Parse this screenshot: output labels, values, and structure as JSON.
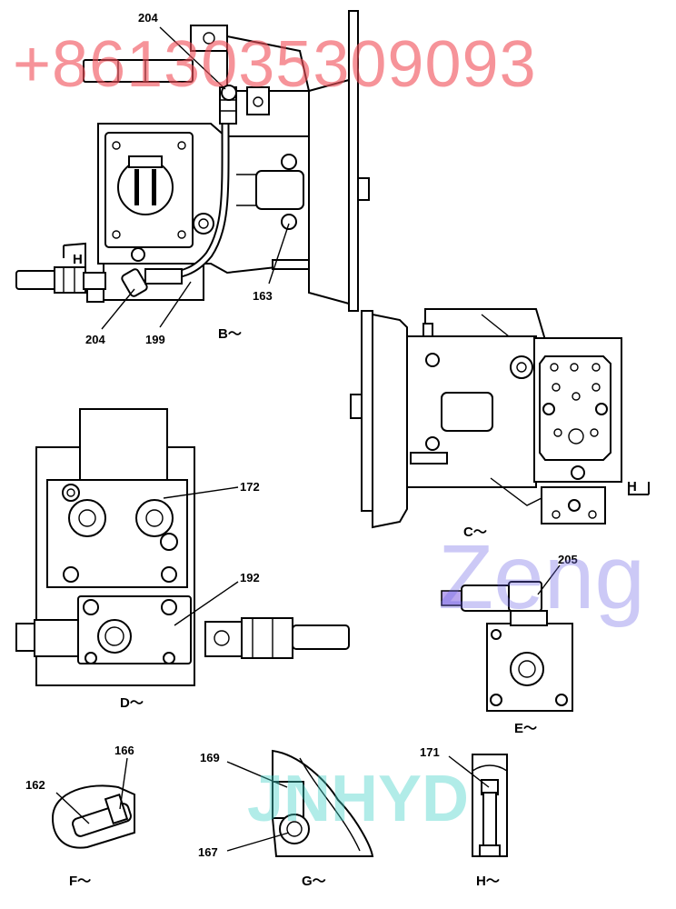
{
  "callouts": {
    "c204_top": "204",
    "c163": "163",
    "c204_bottom": "204",
    "c199": "199",
    "c172": "172",
    "c192": "192",
    "c205": "205",
    "c166": "166",
    "c162": "162",
    "c169": "169",
    "c167": "167",
    "c171": "171"
  },
  "view_labels": {
    "B": "B～",
    "C": "C～",
    "D": "D～",
    "E": "E～",
    "F": "F～",
    "G": "G～",
    "H": "H～"
  },
  "section_marks": {
    "H_left": "H",
    "H_right": "H"
  },
  "watermarks": {
    "phone": "+8613035309093",
    "zeng": "Zeng",
    "jnhyd": "JNHYD"
  },
  "colors": {
    "line": "#000000",
    "hose_highlight": "#b9a6ee",
    "watermark_red": "#f0505a",
    "watermark_purple": "#6e64e6",
    "watermark_teal": "#46d2c8"
  }
}
